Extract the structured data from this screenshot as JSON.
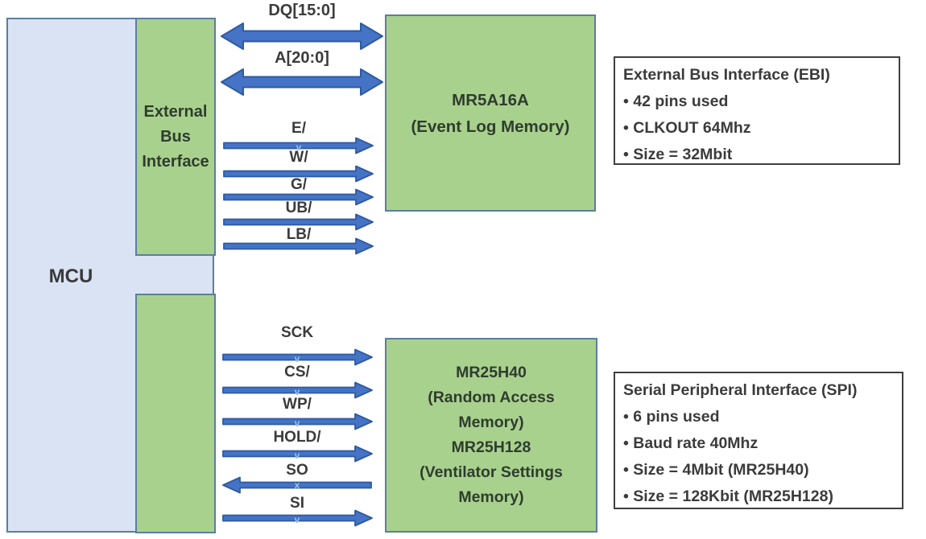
{
  "blocks": {
    "mcu_label": "MCU",
    "ebi_label": "External Bus Interface",
    "mem1_lines": [
      "MR5A16A",
      "(Event Log Memory)"
    ],
    "mem2_lines": [
      "MR25H40",
      "(Random Access",
      "Memory)",
      "MR25H128",
      "(Ventilator Settings",
      "Memory)"
    ]
  },
  "signals": {
    "top": [
      {
        "label": "DQ[15:0]",
        "direction": "bidirectional",
        "marker": ""
      },
      {
        "label": "A[20:0]",
        "direction": "bidirectional",
        "marker": ""
      },
      {
        "label": "E/",
        "direction": "right",
        "marker": "v"
      },
      {
        "label": "W/",
        "direction": "right",
        "marker": ""
      },
      {
        "label": "G/",
        "direction": "right",
        "marker": ""
      },
      {
        "label": "UB/",
        "direction": "right",
        "marker": ""
      },
      {
        "label": "LB/",
        "direction": "right",
        "marker": ""
      }
    ],
    "bottom": [
      {
        "label": "SCK",
        "direction": "right",
        "marker": "v"
      },
      {
        "label": "CS/",
        "direction": "right",
        "marker": "v"
      },
      {
        "label": "WP/",
        "direction": "right",
        "marker": "v"
      },
      {
        "label": "HOLD/",
        "direction": "right",
        "marker": "v"
      },
      {
        "label": "SO",
        "direction": "left",
        "marker": "x"
      },
      {
        "label": "SI",
        "direction": "right",
        "marker": "v"
      }
    ]
  },
  "info_boxes": [
    {
      "title": "External Bus Interface (EBI)",
      "items": [
        "• 42 pins used",
        "• CLKOUT 64Mhz",
        "• Size = 32Mbit"
      ]
    },
    {
      "title": "Serial Peripheral Interface (SPI)",
      "items": [
        "• 6 pins used",
        "• Baud rate 40Mhz",
        "• Size = 4Mbit (MR25H40)",
        "• Size = 128Kbit (MR25H128)"
      ]
    }
  ],
  "colors": {
    "block_green": "#a9d18e",
    "block_blue": "#dae3f3",
    "border_slate": "#5b7e9f",
    "arrow_fill": "#4573c5",
    "arrow_stroke": "#2e5aa1",
    "text_dark": "#3a3a3a"
  }
}
